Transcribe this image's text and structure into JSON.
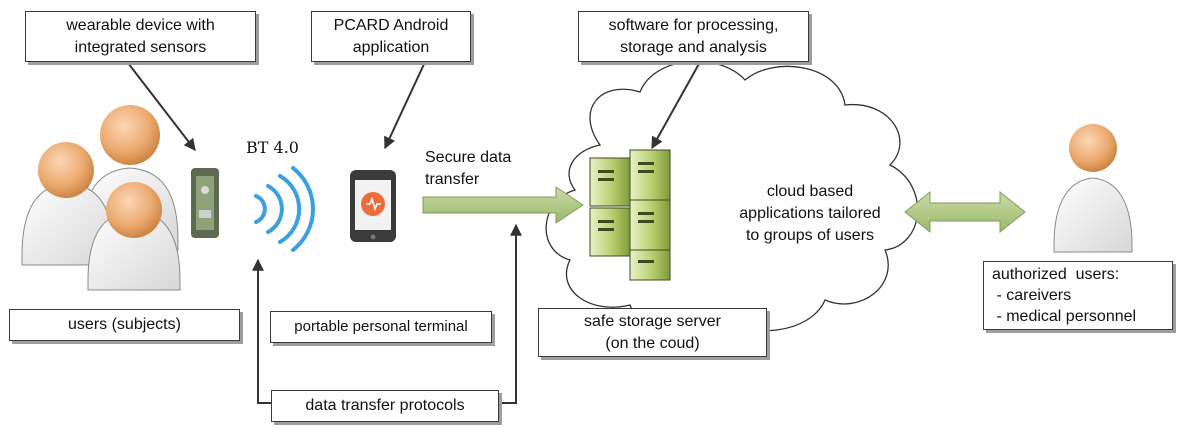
{
  "boxes": {
    "wearable": [
      "wearable device with",
      "integrated sensors"
    ],
    "android": [
      "PCARD Android",
      "application"
    ],
    "software": [
      "software for processing,",
      "storage and analysis"
    ],
    "users": "users (subjects)",
    "terminal": "portable personal terminal",
    "storage": [
      "safe storage server",
      "(on the coud)"
    ],
    "protocols": "data transfer protocols",
    "authorized": [
      "authorized  users:",
      " - careivers",
      " - medical personnel"
    ]
  },
  "labels": {
    "bt": "BT 4.0",
    "secure": [
      "Secure data",
      "transfer"
    ],
    "cloud": [
      "cloud based",
      "applications tailored",
      "to groups of users"
    ]
  },
  "icons": [
    "person-icon",
    "sensor-device-icon",
    "bluetooth-wave-icon",
    "smartphone-icon",
    "server-icon",
    "cloud-icon"
  ]
}
